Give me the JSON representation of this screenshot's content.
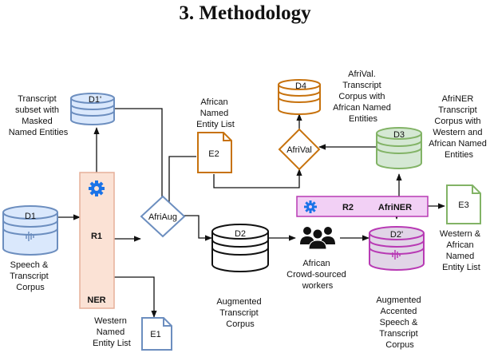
{
  "title": "3.  Methodology",
  "colors": {
    "blue": "#6c8ebf",
    "blue_fill": "#dae8fc",
    "orange": "#c7720d",
    "green": "#82b366",
    "green_fill": "#d5e8d4",
    "magenta": "#b83ab4",
    "magenta_fill": "#e1d5e7",
    "peach": "#fbe2d5",
    "peach_stroke": "#e6b09a",
    "gear": "#1a73e8"
  },
  "nodes": {
    "d1": {
      "label": "D1",
      "caption": [
        "Speech &",
        "Transcript",
        "Corpus"
      ]
    },
    "d1p": {
      "label": "D1'",
      "caption": [
        "Transcript",
        "subset with",
        "Masked",
        "Named Entities"
      ]
    },
    "r1": {
      "label": "R1",
      "sub": "NER"
    },
    "e1": {
      "label": "E1",
      "caption": [
        "Western",
        "Named",
        "Entity List"
      ]
    },
    "e2": {
      "label": "E2",
      "caption": [
        "African",
        "Named",
        "Entity List"
      ]
    },
    "afriaug": {
      "label": "AfriAug"
    },
    "d2": {
      "label": "D2",
      "caption": [
        "Augmented",
        "Transcript",
        "Corpus"
      ]
    },
    "workers": {
      "caption": [
        "African",
        "Crowd-sourced",
        "workers"
      ]
    },
    "d2p": {
      "label": "D2'",
      "caption": [
        "Augmented",
        "Accented",
        "Speech &",
        "Transcript",
        "Corpus"
      ]
    },
    "r2": {
      "label": "R2",
      "sub": "AfriNER"
    },
    "e3": {
      "label": "E3",
      "caption": [
        "Western &",
        "African",
        "Named",
        "Entity List"
      ]
    },
    "d3": {
      "label": "D3",
      "caption": [
        "AfriNER",
        "Transcript",
        "Corpus with",
        "Western and",
        "African Named",
        "Entities"
      ]
    },
    "afrival": {
      "label": "AfriVal"
    },
    "d4": {
      "label": "D4",
      "caption": [
        "AfriVal.",
        "Transcript",
        "Corpus with",
        "African Named",
        "Entities"
      ]
    }
  }
}
